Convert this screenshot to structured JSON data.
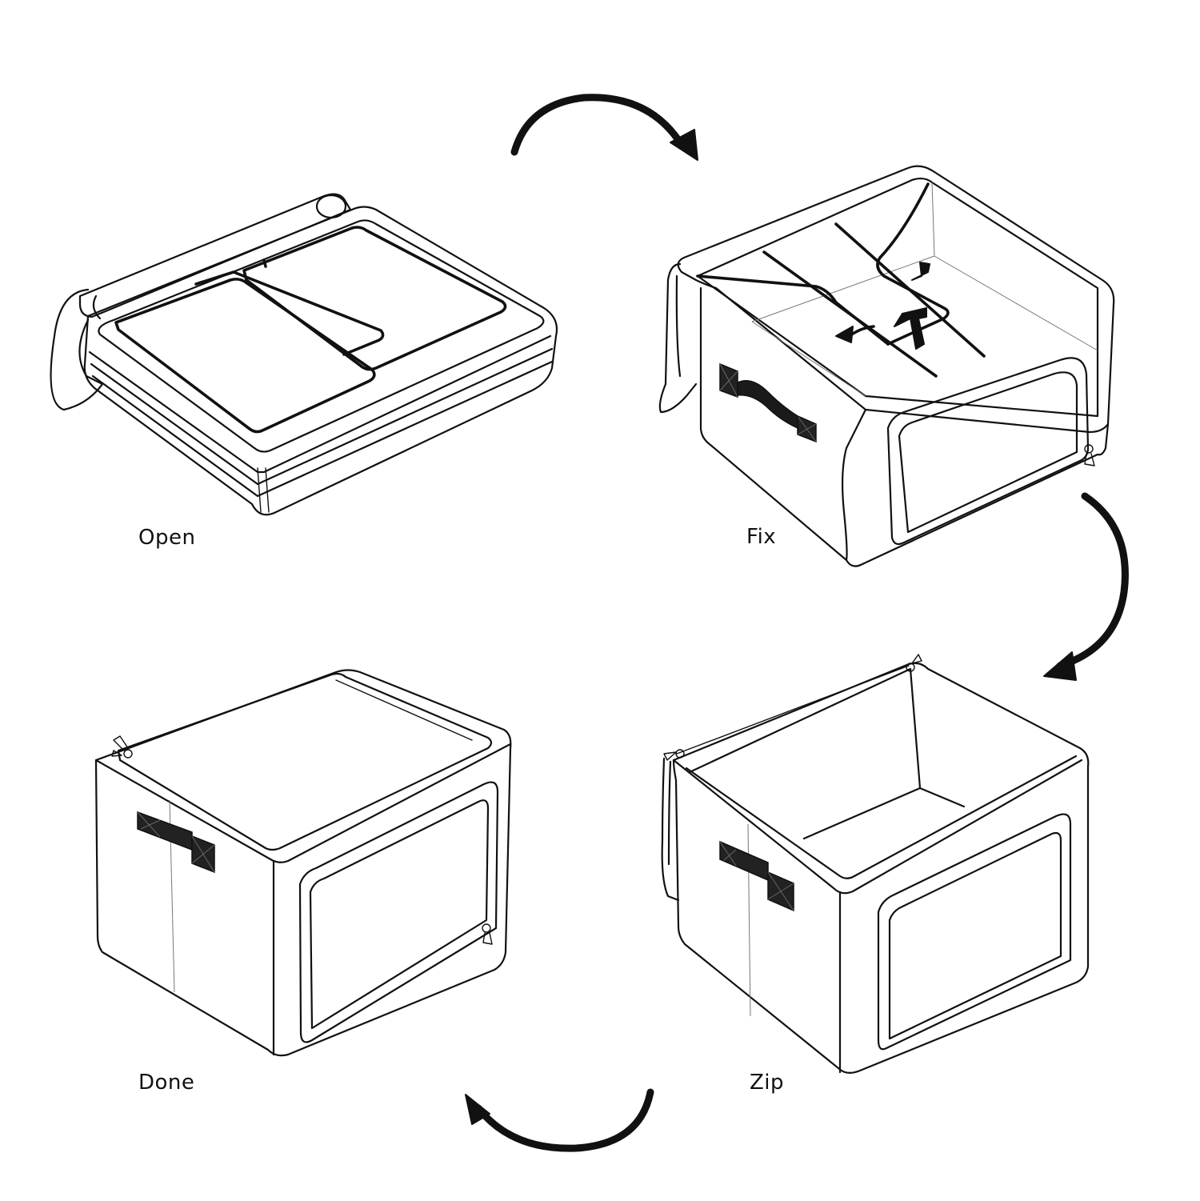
{
  "steps": [
    {
      "id": "open",
      "label": "Open"
    },
    {
      "id": "fix",
      "label": "Fix"
    },
    {
      "id": "zip",
      "label": "Zip"
    },
    {
      "id": "done",
      "label": "Done"
    }
  ],
  "colors": {
    "line": "#111111",
    "background": "#ffffff"
  },
  "icons": [
    "curved-arrow-icon",
    "storage-box-icon",
    "zipper-pull-icon",
    "handle-icon"
  ]
}
